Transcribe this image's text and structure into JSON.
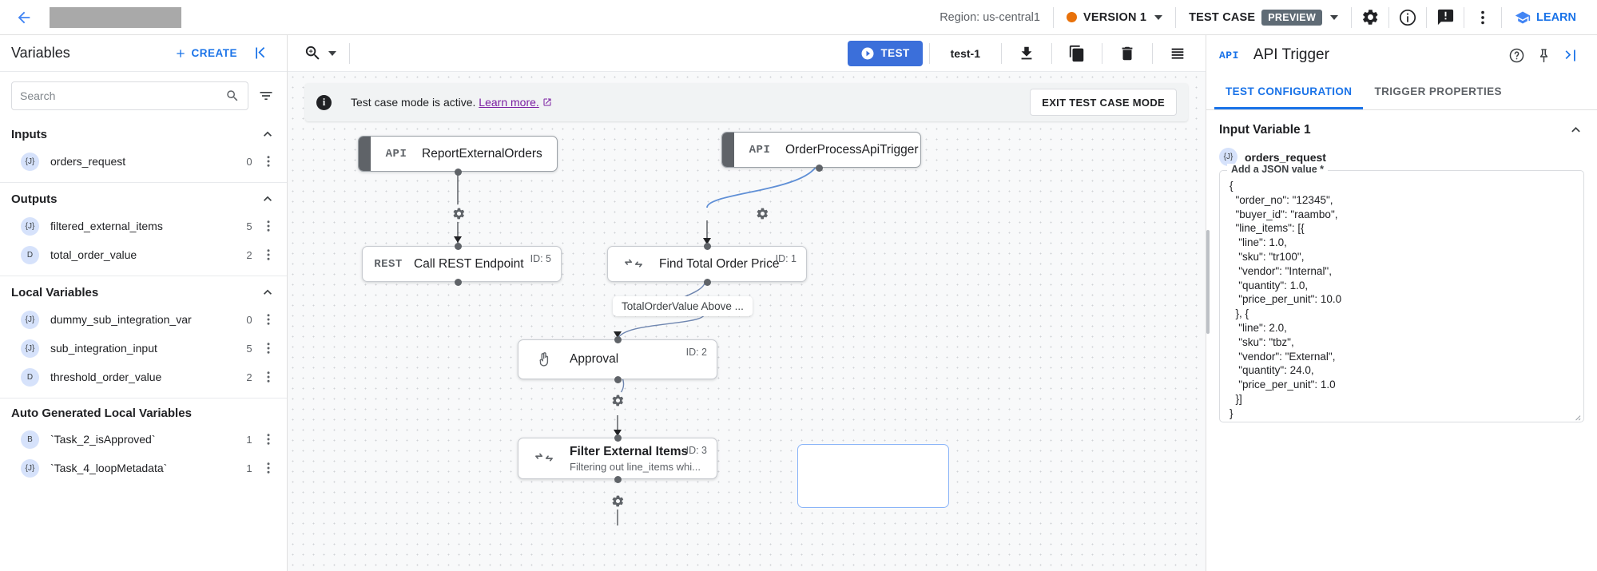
{
  "topbar": {
    "back_icon": "arrow-left-icon",
    "title_redacted": "",
    "region": "Region: us-central1",
    "version_label": "VERSION 1",
    "version_dot_color": "#e8710a",
    "test_case_label": "TEST CASE",
    "preview_chip": "PREVIEW",
    "icons": [
      "gear-icon",
      "info-icon",
      "feedback-icon",
      "more-vert-icon"
    ],
    "learn_label": "LEARN"
  },
  "sidebar": {
    "title": "Variables",
    "create_label": "CREATE",
    "search_placeholder": "Search",
    "search_value": "",
    "sections": [
      {
        "title": "Inputs",
        "items": [
          {
            "type": "{J}",
            "name": "orders_request",
            "count": "0"
          }
        ]
      },
      {
        "title": "Outputs",
        "items": [
          {
            "type": "{J}",
            "name": "filtered_external_items",
            "count": "5"
          },
          {
            "type": "D",
            "name": "total_order_value",
            "count": "2"
          }
        ]
      },
      {
        "title": "Local Variables",
        "items": [
          {
            "type": "{J}",
            "name": "dummy_sub_integration_var",
            "count": "0"
          },
          {
            "type": "{J}",
            "name": "sub_integration_input",
            "count": "5"
          },
          {
            "type": "D",
            "name": "threshold_order_value",
            "count": "2"
          }
        ]
      },
      {
        "title": "Auto Generated Local Variables",
        "items": [
          {
            "type": "B",
            "name": "`Task_2_isApproved`",
            "count": "1"
          },
          {
            "type": "{J}",
            "name": "`Task_4_loopMetadata`",
            "count": "1"
          }
        ]
      }
    ]
  },
  "canvas_toolbar": {
    "zoom_icon": "zoom-in-icon",
    "test_label": "TEST",
    "test_name": "test-1",
    "icons": [
      "download-icon",
      "copy-icon",
      "delete-icon",
      "list-icon"
    ]
  },
  "banner": {
    "icon": "info-icon",
    "text": "Test case mode is active.",
    "link": "Learn more.",
    "link_icon": "external-link-icon",
    "exit_label": "EXIT TEST CASE MODE"
  },
  "flow": {
    "nodes": [
      {
        "id": "",
        "kind": "trigger",
        "icon": "API",
        "title": "ReportExternalOrders",
        "subtitle": ""
      },
      {
        "id": "",
        "kind": "trigger",
        "icon": "API",
        "title": "OrderProcessApiTrigger",
        "subtitle": ""
      },
      {
        "id": "ID: 5",
        "kind": "task",
        "icon": "REST",
        "title": "Call REST Endpoint",
        "subtitle": ""
      },
      {
        "id": "ID: 1",
        "kind": "task",
        "icon": "mapping-icon",
        "title": "Find Total Order Price",
        "subtitle": ""
      },
      {
        "id": "ID: 2",
        "kind": "task",
        "icon": "hand-icon",
        "title": "Approval",
        "subtitle": ""
      },
      {
        "id": "ID: 3",
        "kind": "task",
        "icon": "mapping-icon",
        "title": "Filter External Items",
        "subtitle": "Filtering out line_items whi..."
      }
    ],
    "edge_labels": [
      "TotalOrderValue Above ..."
    ]
  },
  "right_panel": {
    "badge": "API",
    "title": "API Trigger",
    "icons": [
      "help-icon",
      "pin-icon",
      "collapse-right-icon"
    ],
    "tabs": [
      {
        "label": "TEST CONFIGURATION",
        "active": true
      },
      {
        "label": "TRIGGER PROPERTIES",
        "active": false
      }
    ],
    "section_title": "Input Variable 1",
    "variable_type": "{J}",
    "variable_name": "orders_request",
    "json_legend": "Add a JSON value *",
    "json_value": "{\n  \"order_no\": \"12345\",\n  \"buyer_id\": \"raambo\",\n  \"line_items\": [{\n   \"line\": 1.0,\n   \"sku\": \"tr100\",\n   \"vendor\": \"Internal\",\n   \"quantity\": 1.0,\n   \"price_per_unit\": 10.0\n  }, {\n   \"line\": 2.0,\n   \"sku\": \"tbz\",\n   \"vendor\": \"External\",\n   \"quantity\": 24.0,\n   \"price_per_unit\": 1.0\n  }]\n}"
  },
  "colors": {
    "accent_blue": "#1a73e8",
    "test_button": "#3b6fda",
    "version_orange": "#e8710a",
    "link_purple": "#7b1fa2"
  }
}
